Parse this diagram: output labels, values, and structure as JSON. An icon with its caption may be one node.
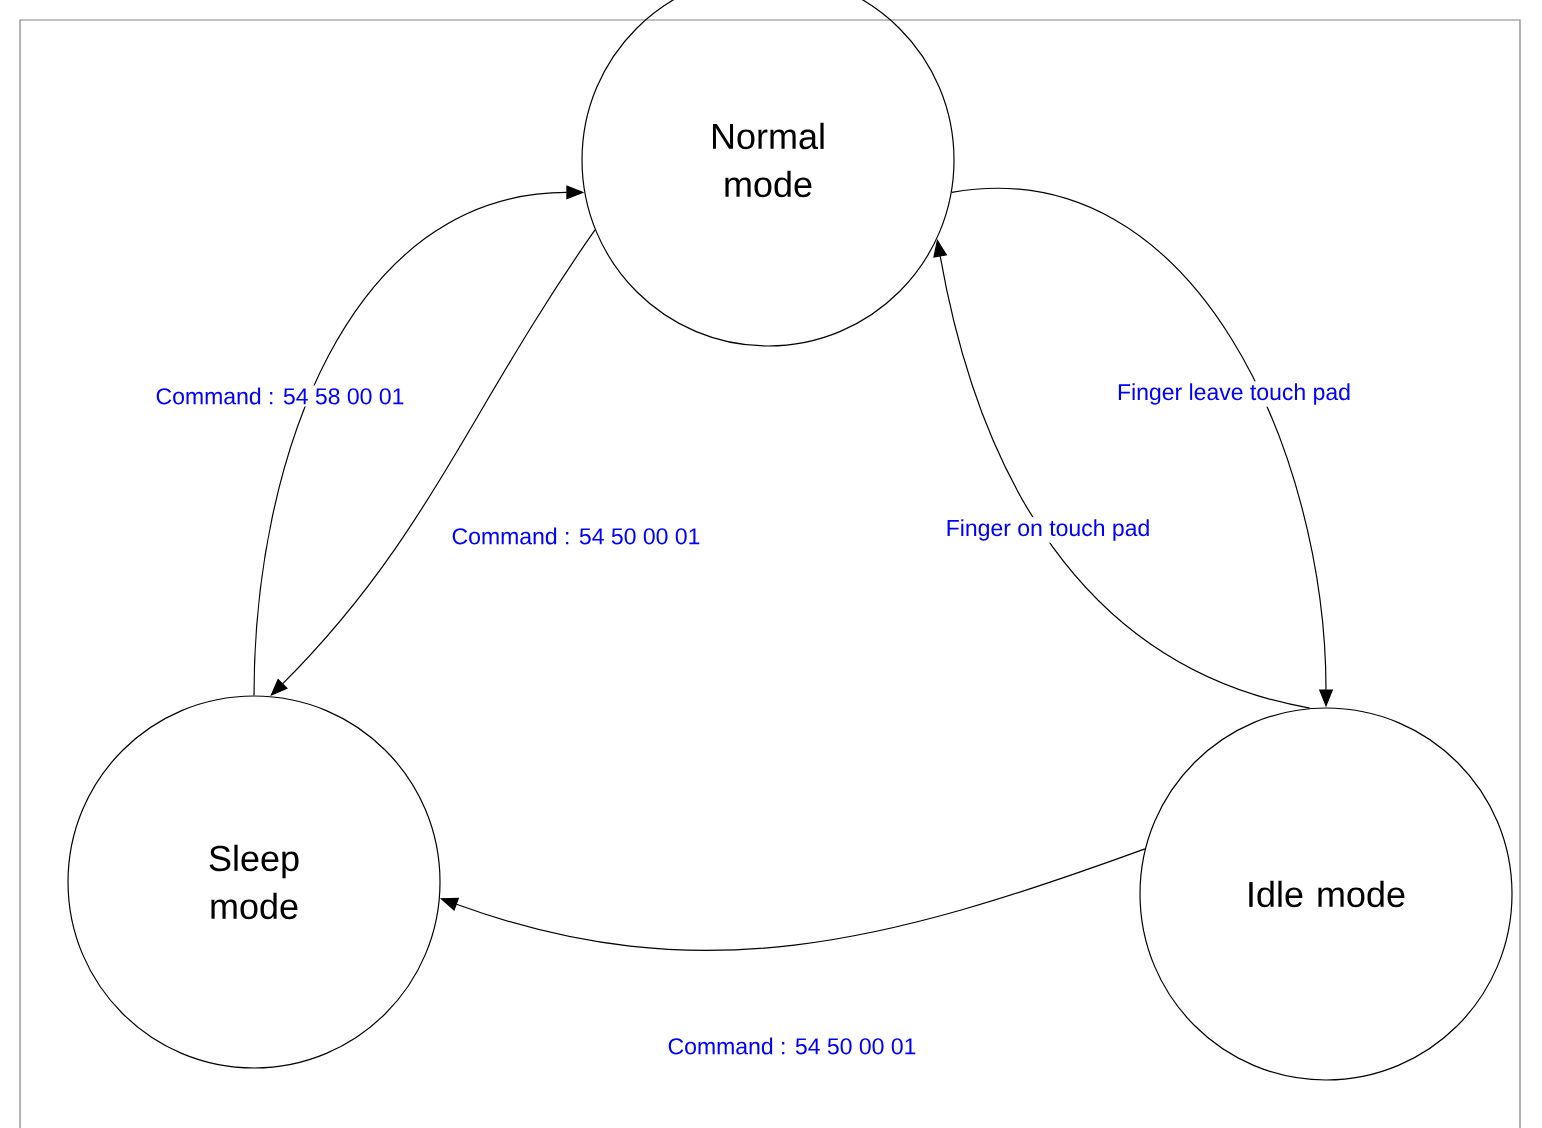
{
  "diagram": {
    "nodes": [
      {
        "text": [
          "Normal mode"
        ]
      },
      {
        "text": [
          "Sleep mode"
        ]
      },
      {
        "text": [
          "Idle mode"
        ]
      }
    ],
    "edges": [
      {
        "from": 1,
        "to": 0,
        "arrow": "to",
        "label": "Command : 54 58 00 01"
      },
      {
        "from": 0,
        "to": 1,
        "arrow": "to",
        "label": "Command : 54 50 00 01"
      },
      {
        "from": 0,
        "to": 2,
        "arrow": "to",
        "label": "Finger leave touch pad"
      },
      {
        "from": 2,
        "to": 0,
        "arrow": "to",
        "label": "Finger on touch pad"
      },
      {
        "from": 2,
        "to": 1,
        "arrow": "to",
        "label": "Command : 54 50 00 01"
      }
    ]
  }
}
